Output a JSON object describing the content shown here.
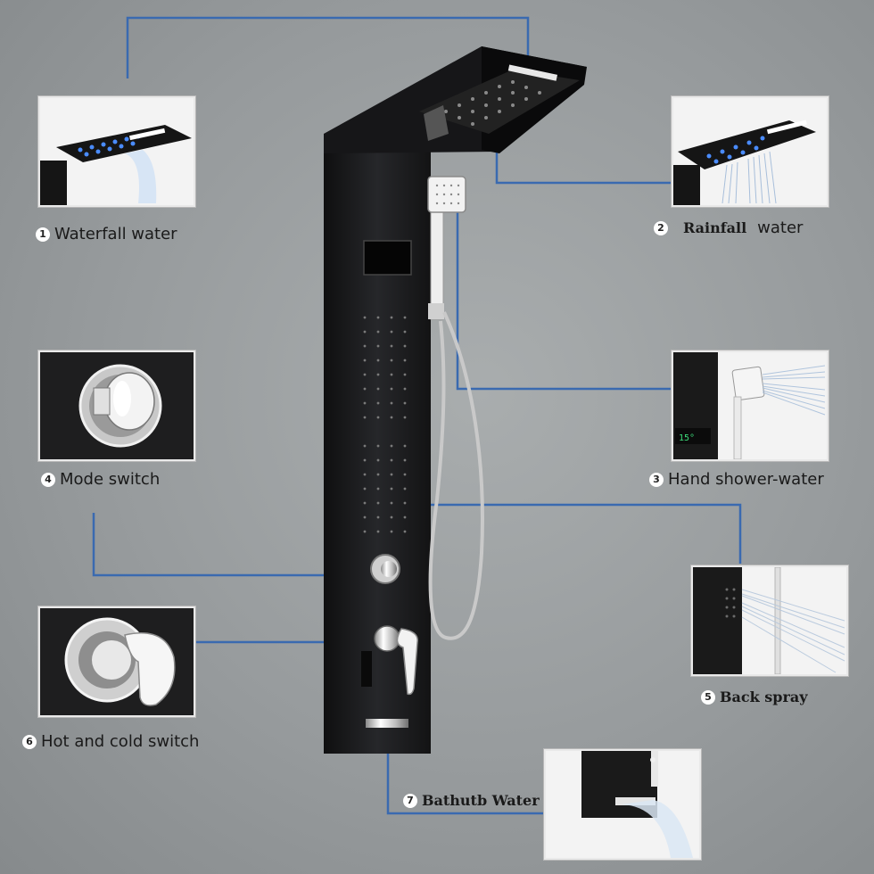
{
  "features": [
    {
      "number": "1",
      "name": "Waterfall water"
    },
    {
      "number": "2",
      "name_a": "Rainfall",
      "name_b": "water"
    },
    {
      "number": "3",
      "name": "Hand shower-water"
    },
    {
      "number": "4",
      "name": "Mode switch"
    },
    {
      "number": "5",
      "name": "Back spray"
    },
    {
      "number": "6",
      "name": "Hot and cold switch"
    },
    {
      "number": "7",
      "name": "Bathutb Water"
    }
  ],
  "colors": {
    "background": "#9a9ea0",
    "leader_line": "#3a6ab0",
    "panel": "#1c1c1e",
    "chrome": "#d8d8d8",
    "led_blue": "#4a8cff"
  }
}
